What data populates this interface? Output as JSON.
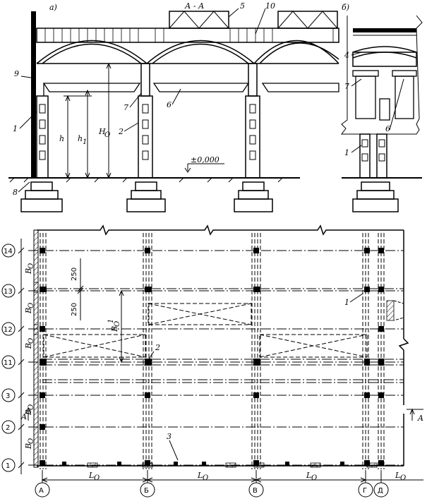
{
  "section_a_title": "а)",
  "section_b_title": "б)",
  "section_cut": "А - А",
  "callouts": {
    "n1": "1",
    "n2": "2",
    "n3": "3",
    "n4": "4",
    "n5": "5",
    "n6": "6",
    "n7": "7",
    "n8": "8",
    "n9": "9",
    "n10": "10"
  },
  "dims": {
    "h": "h",
    "h1": "h",
    "h1_sub": "1",
    "H0": "H",
    "H0_sub": "O",
    "zero_mark": "±0,000"
  },
  "plan": {
    "row_labels": [
      "14",
      "13",
      "12",
      "11",
      "3",
      "2",
      "1"
    ],
    "col_labels": [
      "А",
      "Б",
      "В",
      "Г",
      "Д"
    ],
    "bay_B": "B",
    "bay_B_sub": "O",
    "bay_L": "L",
    "bay_L_sub": "O",
    "dim_250": "250",
    "B0_prime": "B",
    "B0_prime_sub": "O",
    "B0_prime_sup": "1",
    "cut_A": "A"
  }
}
